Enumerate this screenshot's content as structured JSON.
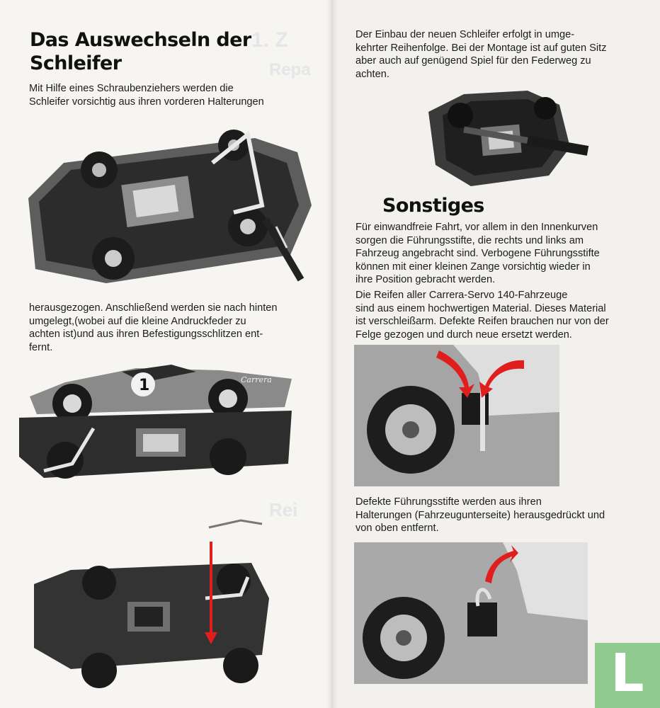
{
  "left": {
    "heading": "Das Auswechseln der\nSchleifer",
    "paragraphs": [
      "      Mit Hilfe eines Schraubenziehers werden die\nSchleifer vorsichtig aus ihren vorderen Halterungen",
      "herausgezogen. Anschließend werden sie nach hinten\numgelegt,(wobei auf die kleine Andruckfeder zu\nachten ist)und aus ihren Befestigungsschlitzen ent-\nfernt."
    ]
  },
  "right": {
    "intro": "      Der Einbau der neuen Schleifer erfolgt in umge-\nkehrter Reihenfolge. Bei der Montage ist auf guten Sitz\naber auch auf genügend Spiel für den Federweg zu\nachten.",
    "heading": "Sonstiges",
    "paragraphs": [
      "Für einwandfreie Fahrt, vor allem in den Innenkurven\nsorgen die Führungsstifte, die rechts und links am\nFahrzeug angebracht sind. Verbogene Führungsstifte\nkönnen mit einer kleinen Zange vorsichtig wieder in\nihre Position gebracht werden.",
      "      Die Reifen aller Carrera-Servo 140-Fahrzeuge\nsind aus einem hochwertigen Material. Dieses Material\nist verschleißarm. Defekte Reifen brauchen nur von der\nFelge gezogen und durch neue ersetzt werden.",
      "      Defekte Führungsstifte werden aus ihren\nHalterungen (Fahrzeugunterseite) herausgedrückt und\nvon oben entfernt."
    ]
  },
  "photo_labels": {
    "car_number": "1",
    "car_brand": "Carrera"
  },
  "colors": {
    "arrow_red": "#e01e1e",
    "logo_green": "#8fca8f",
    "bleed_blue": "#3c6eaa"
  },
  "icons": {
    "logo": "green-square-l-logo"
  },
  "logo_text": "L"
}
